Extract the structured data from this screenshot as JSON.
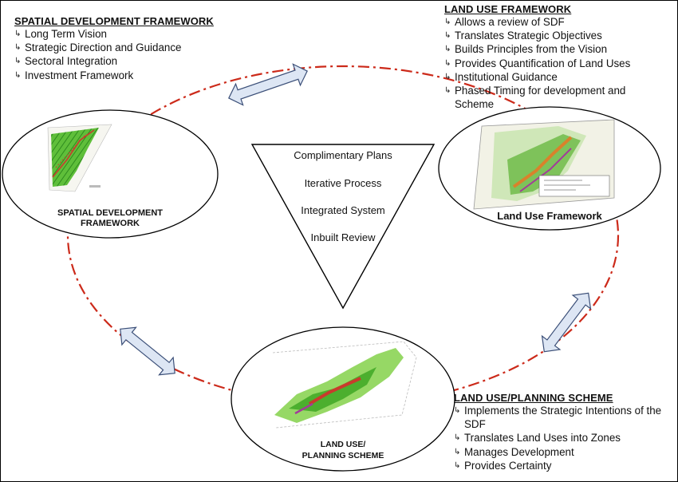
{
  "sdf_block": {
    "title": "SPATIAL DEVELOPMENT FRAMEWORK",
    "items": [
      "Long Term Vision",
      "Strategic Direction and Guidance",
      "Sectoral Integration",
      "Investment Framework"
    ]
  },
  "luf_block": {
    "title": "LAND USE FRAMEWORK",
    "items": [
      "Allows a review of SDF",
      "Translates Strategic Objectives",
      "Builds Principles from the Vision",
      "Provides Quantification of Land Uses",
      "Institutional Guidance",
      "Phased Timing for development and Scheme"
    ]
  },
  "scheme_block": {
    "title": "LAND USE/PLANNING SCHEME",
    "items": [
      "Implements the Strategic Intentions of the SDF",
      "Translates Land Uses into Zones",
      "Manages Development",
      "Provides Certainty"
    ]
  },
  "triangle": {
    "lines": [
      "Complimentary Plans",
      "Iterative Process",
      "Integrated System",
      "Inbuilt Review"
    ]
  },
  "captions": {
    "sdf_line1": "SPATIAL DEVELOPMENT",
    "sdf_line2": "FRAMEWORK",
    "luf": "Land Use Framework",
    "scheme_line1": "LAND USE/",
    "scheme_line2": "PLANNING SCHEME"
  },
  "icons": {
    "bullet": "hook-arrow-icon",
    "connector": "double-arrow-icon"
  },
  "colors": {
    "cycle_line": "#cc2a1a",
    "arrow_fill": "#dde6f4",
    "arrow_stroke": "#3b4f78",
    "map_green": "#4caf2e",
    "map_red": "#c93b2c"
  }
}
